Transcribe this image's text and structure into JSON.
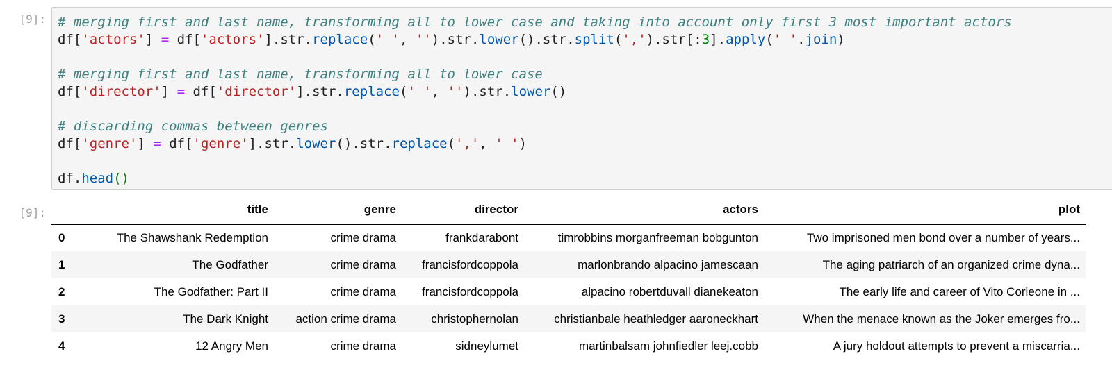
{
  "cells": {
    "input_prompt": "[9]:",
    "output_prompt": "[9]:"
  },
  "code": {
    "lines": [
      {
        "comment": "# merging first and last name, transforming all to lower case and taking into account only first 3 most important actors"
      },
      {
        "t1": "df[",
        "s1": "'actors'",
        "t2": "] ",
        "op": "=",
        "t3": " df[",
        "s2": "'actors'",
        "t4": "].str.",
        "f1": "replace",
        "t5": "(",
        "s3": "' '",
        "t6": ", ",
        "s4": "''",
        "t7": ").str.",
        "f2": "lower",
        "t8": "().str.",
        "f3": "split",
        "t9": "(",
        "s5": "','",
        "t10": ").str[:",
        "n1": "3",
        "t11": "].",
        "f4": "apply",
        "t12": "(",
        "s6": "' '",
        "t13": ".",
        "f5": "join",
        "t14": ")"
      },
      {
        "blank": ""
      },
      {
        "comment": "# merging first and last name, transforming all to lower case"
      },
      {
        "t1": "df[",
        "s1": "'director'",
        "t2": "] ",
        "op": "=",
        "t3": " df[",
        "s2": "'director'",
        "t4": "].str.",
        "f1": "replace",
        "t5": "(",
        "s3": "' '",
        "t6": ", ",
        "s4": "''",
        "t7": ").str.",
        "f2": "lower",
        "t8": "()"
      },
      {
        "blank": ""
      },
      {
        "comment": "# discarding commas between genres"
      },
      {
        "t1": "df[",
        "s1": "'genre'",
        "t2": "] ",
        "op": "=",
        "t3": " df[",
        "s2": "'genre'",
        "t4": "].str.",
        "f1": "lower",
        "t5": "().str.",
        "f2": "replace",
        "t6": "(",
        "s3": "','",
        "t7": ", ",
        "s4": "' '",
        "t8": ")"
      },
      {
        "blank": ""
      },
      {
        "t1": "df.",
        "f1": "head",
        "t2": "()"
      }
    ]
  },
  "table": {
    "columns": [
      "",
      "title",
      "genre",
      "director",
      "actors",
      "plot"
    ],
    "rows": [
      {
        "index": "0",
        "title": "The Shawshank Redemption",
        "genre": "crime drama",
        "director": "frankdarabont",
        "actors": "timrobbins morganfreeman bobgunton",
        "plot": "Two imprisoned men bond over a number of years..."
      },
      {
        "index": "1",
        "title": "The Godfather",
        "genre": "crime drama",
        "director": "francisfordcoppola",
        "actors": "marlonbrando alpacino jamescaan",
        "plot": "The aging patriarch of an organized crime dyna..."
      },
      {
        "index": "2",
        "title": "The Godfather: Part II",
        "genre": "crime drama",
        "director": "francisfordcoppola",
        "actors": "alpacino robertduvall dianekeaton",
        "plot": "The early life and career of Vito Corleone in ..."
      },
      {
        "index": "3",
        "title": "The Dark Knight",
        "genre": "action crime drama",
        "director": "christophernolan",
        "actors": "christianbale heathledger aaroneckhart",
        "plot": "When the menace known as the Joker emerges fro..."
      },
      {
        "index": "4",
        "title": "12 Angry Men",
        "genre": "crime drama",
        "director": "sidneylumet",
        "actors": "martinbalsam johnfiedler leej.cobb",
        "plot": "A jury holdout attempts to prevent a miscarria..."
      }
    ]
  },
  "colors": {
    "comment": "#408080",
    "string": "#ba2121",
    "operator": "#aa22ff",
    "number": "#008000",
    "attribute": "#0055aa",
    "cell_background": "#f5f5f5",
    "prompt": "#9e9e9e"
  }
}
